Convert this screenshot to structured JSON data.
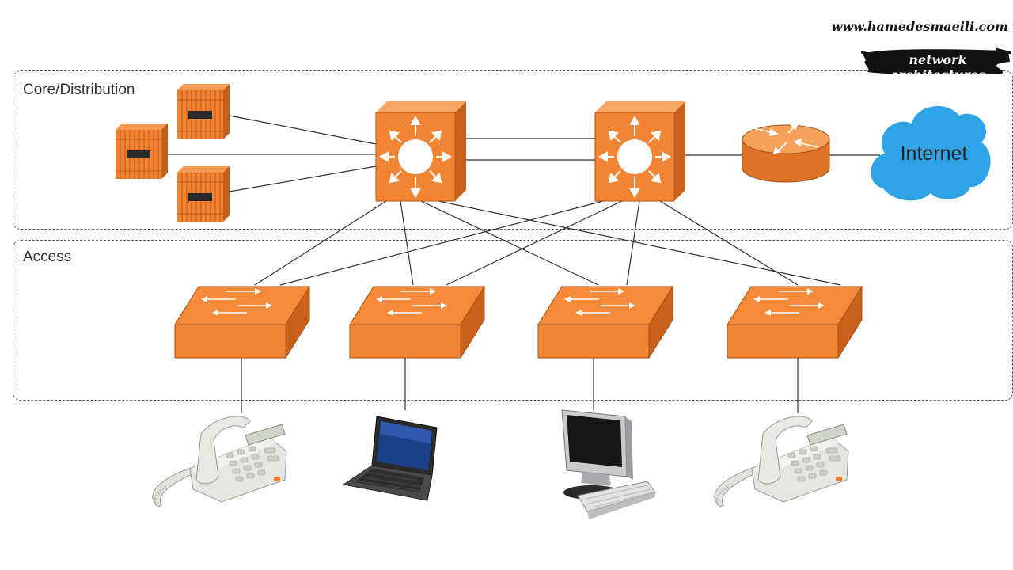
{
  "header": {
    "site_url": "www.hamedesmaeili.com",
    "tag_line": "network architectures"
  },
  "zones": {
    "core": {
      "label": "Core/Distribution"
    },
    "access": {
      "label": "Access"
    }
  },
  "nodes": {
    "internet": {
      "label": "Internet"
    }
  },
  "colors": {
    "device_orange": "#F28533",
    "device_dark": "#C9611C",
    "device_light": "#F7A763",
    "cloud_blue": "#2FA3E6",
    "link": "#333333"
  },
  "icons": [
    "server-icon",
    "multilayer-switch-icon",
    "router-icon",
    "cloud-icon",
    "switch-icon",
    "telephone-icon",
    "laptop-icon",
    "desktop-pc-icon"
  ]
}
